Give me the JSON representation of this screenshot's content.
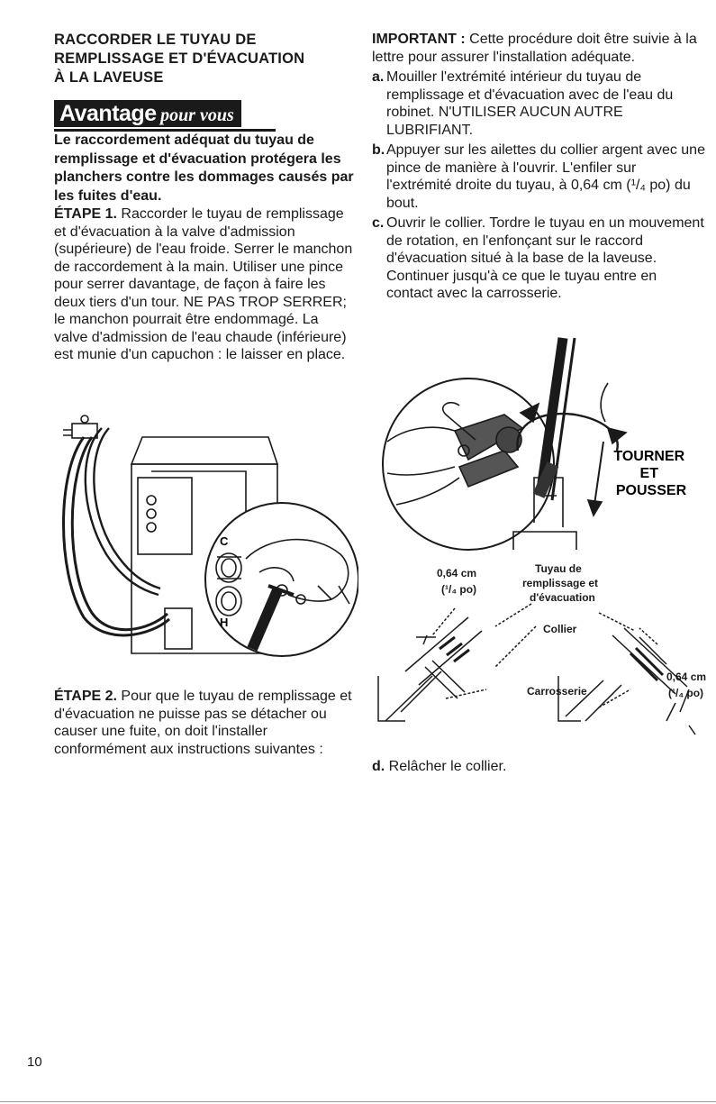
{
  "left": {
    "heading": [
      "RACCORDER LE TUYAU DE",
      "REMPLISSAGE ET D'ÉVACUATION",
      "À LA LAVEUSE"
    ],
    "badge_main": "Avantage",
    "badge_italic": "pour vous",
    "benefit": "Le raccordement adéquat du tuyau de remplissage et d'évacuation protégera les planchers contre les dommages causés par les fuites d'eau.",
    "step1_label": "ÉTAPE 1.",
    "step1_text": "Raccorder le tuyau de remplissage et d'évacuation à la valve d'admission (supérieure) de l'eau froide. Serrer le manchon de raccordement à la main. Utiliser une pince pour serrer davantage, de façon à faire les deux tiers d'un tour. NE PAS TROP SERRER; le manchon pourrait être endommagé. La valve d'admission de l'eau chaude (inférieure) est munie d'un capuchon : le laisser en place.",
    "figure1_labels": {
      "c": "C",
      "h": "H"
    },
    "step2_label": "ÉTAPE 2.",
    "step2_text": "Pour que le tuyau de remplissage et d'évacuation ne puisse pas se détacher ou causer une fuite, on doit l'installer conformément aux instructions suivantes :"
  },
  "right": {
    "important_label": "IMPORTANT :",
    "important_text": "Cette procédure doit être suivie à la lettre pour assurer l'installation adéquate.",
    "steps": [
      {
        "marker": "a.",
        "text": "Mouiller l'extrémité intérieur du tuyau de remplissage et d'évacuation avec de l'eau du robinet. N'UTILISER AUCUN AUTRE LUBRIFIANT."
      },
      {
        "marker": "b.",
        "text": "Appuyer sur les ailettes du collier argent avec une pince de manière à l'ouvrir. L'enfiler sur l'extrémité droite du tuyau, à 0,64 cm (¹/₄ po) du bout."
      },
      {
        "marker": "c.",
        "text": "Ouvrir le collier. Tordre le tuyau en un mouvement de rotation, en l'enfonçant sur le raccord d'évacuation situé à la base de la laveuse. Continuer jusqu'à ce que le tuyau entre en contact avec la carrosserie."
      }
    ],
    "figure2_caption": [
      "TOURNER",
      "ET",
      "POUSSER"
    ],
    "figure3_labels": {
      "dim_left": "0,64 cm",
      "dim_left_in": "(¹/₄ po)",
      "hose1": "Tuyau de",
      "hose2": "remplissage et",
      "hose3": "d'évacuation",
      "clamp": "Collier",
      "body": "Carrosserie",
      "dim_right": "0,64 cm",
      "dim_right_in": "(¹/₄ po)"
    },
    "step_d_marker": "d.",
    "step_d_text": "Relâcher le collier."
  },
  "page_number": "10"
}
